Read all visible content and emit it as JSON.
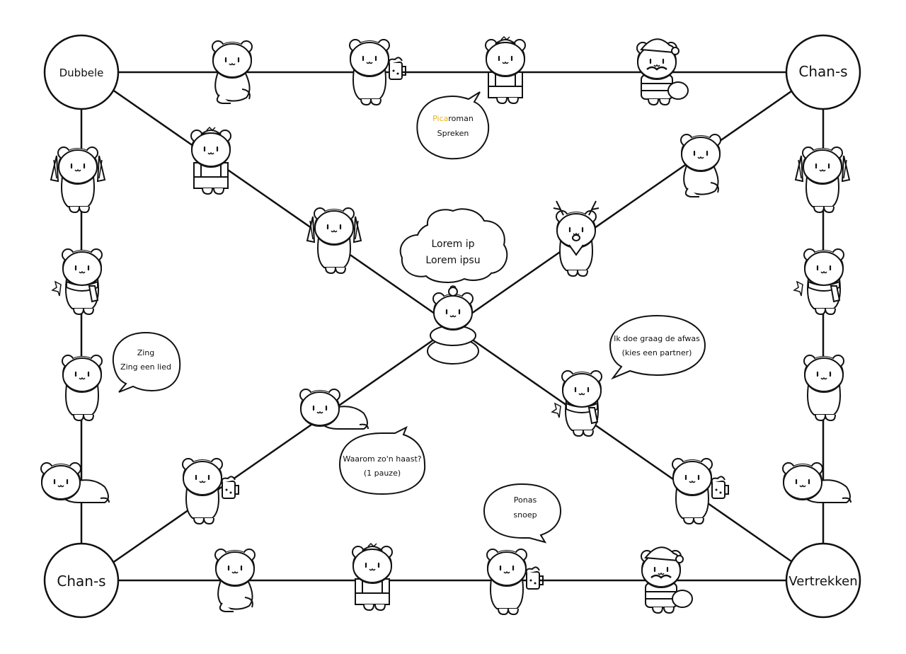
{
  "colors": {
    "line": "#111111",
    "background": "#ffffff",
    "accent": "#e8b520"
  },
  "corners": {
    "top_left": "Dubbele",
    "top_right": "Chan-s",
    "bottom_left": "Chan-s",
    "bottom_right": "Vertrekken"
  },
  "speech_bubbles": {
    "pica": {
      "accent_part": "Pica",
      "rest": "roman",
      "line2": "Spreken"
    },
    "zing": {
      "line1": "Zing",
      "line2": "Zing een lied"
    },
    "afwas": {
      "line1": "Ik doe graag de afwas",
      "line2": "(kies een partner)"
    },
    "haast": {
      "line1": "Waarom zo'n haast?",
      "line2": "(1 pauze)"
    },
    "snoep": {
      "line1": "Ponas",
      "line2": "snoep"
    }
  },
  "cloud": {
    "line1": "Lorem ip",
    "line2": "Lorem ipsu"
  },
  "board_spaces": [
    "bear-sitting-icon",
    "bear-beer-icon",
    "bear-overalls-icon",
    "bear-santa-icon",
    "bear-fans-icon",
    "bear-scarf-icon",
    "bear-standing-icon",
    "bear-lying-icon",
    "bear-reindeer-icon",
    "bear-snowman-icon"
  ]
}
